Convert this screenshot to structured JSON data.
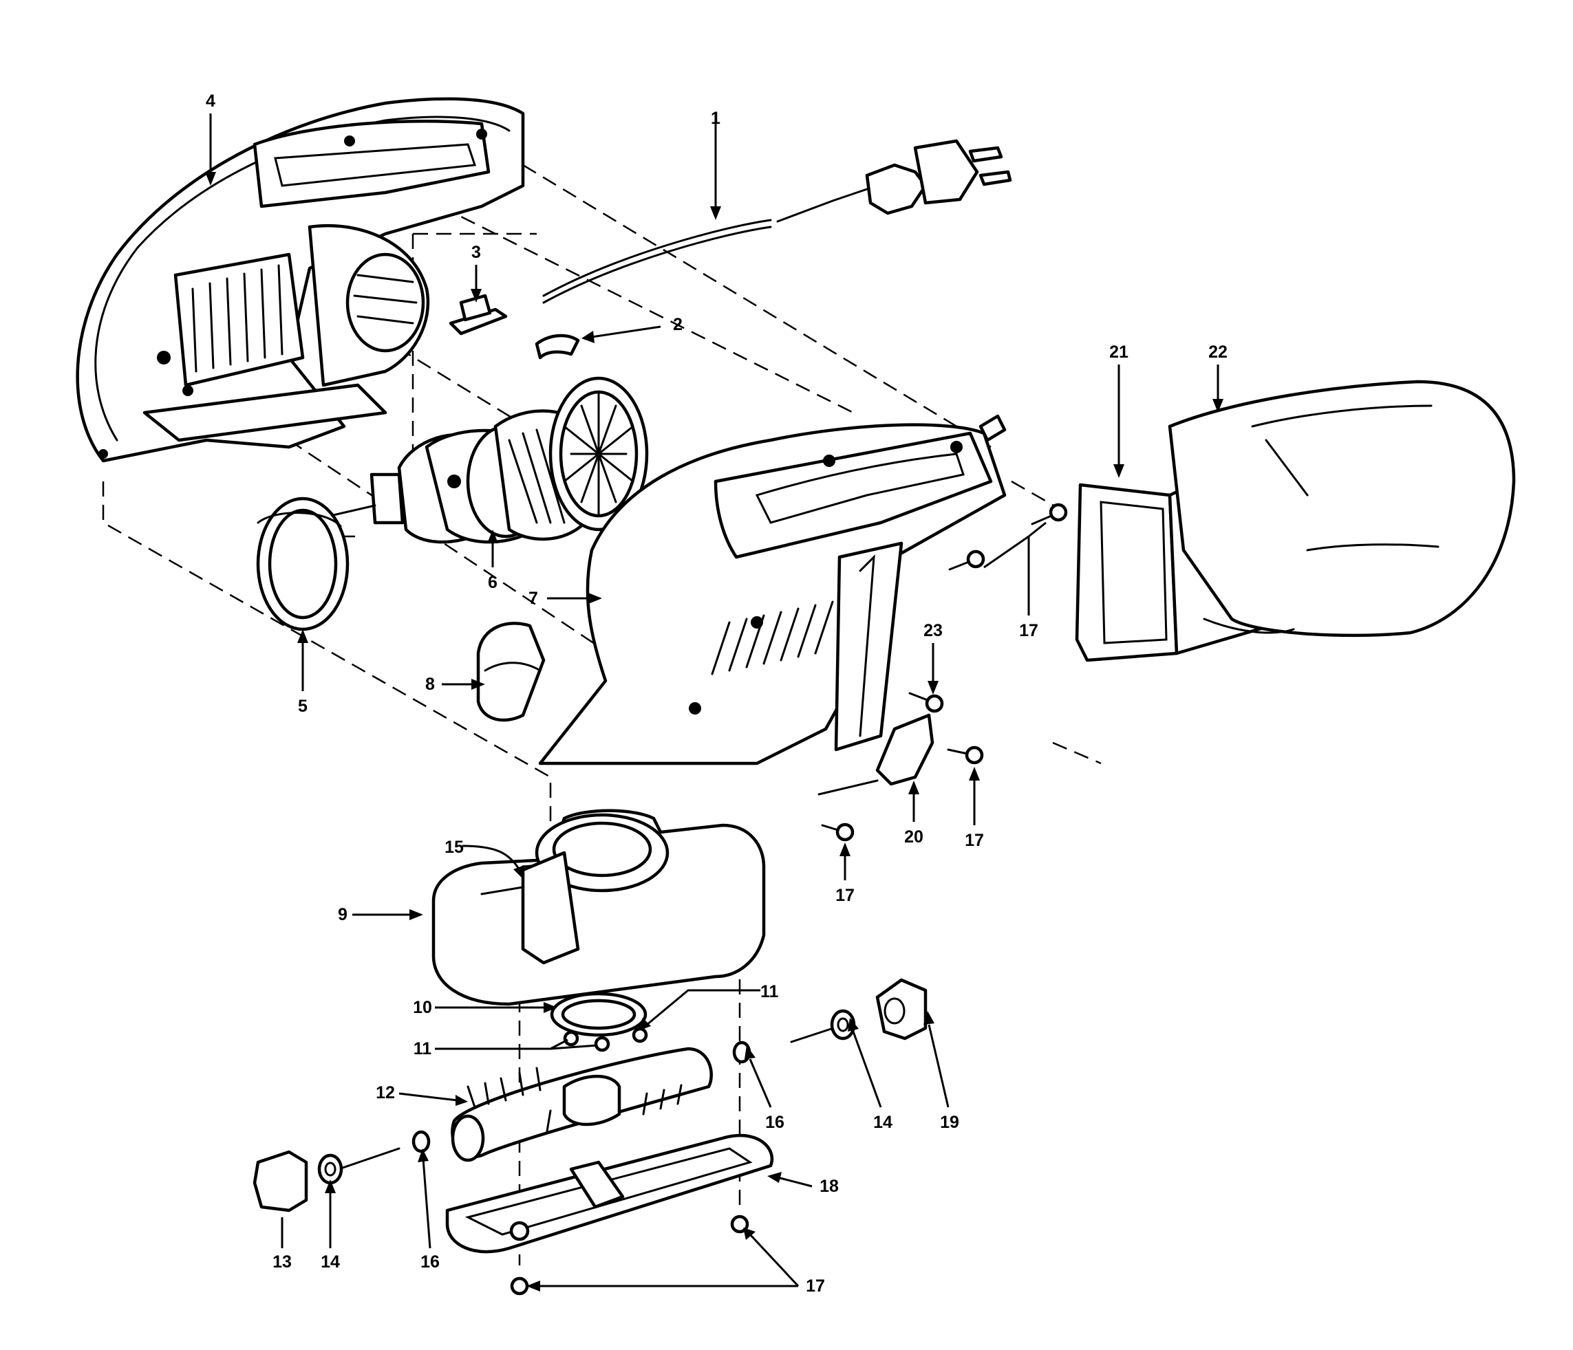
{
  "callouts": {
    "c1": "1",
    "c2": "2",
    "c3": "3",
    "c4": "4",
    "c5": "5",
    "c6": "6",
    "c7": "7",
    "c8": "8",
    "c9": "9",
    "c10": "10",
    "c11a": "11",
    "c11b": "11",
    "c12": "12",
    "c13": "13",
    "c14a": "14",
    "c14b": "14",
    "c15": "15",
    "c16a": "16",
    "c16b": "16",
    "c17a": "17",
    "c17b": "17",
    "c17c": "17",
    "c17d": "17",
    "c18": "18",
    "c19": "19",
    "c20": "20",
    "c21": "21",
    "c22": "22",
    "c23": "23"
  }
}
